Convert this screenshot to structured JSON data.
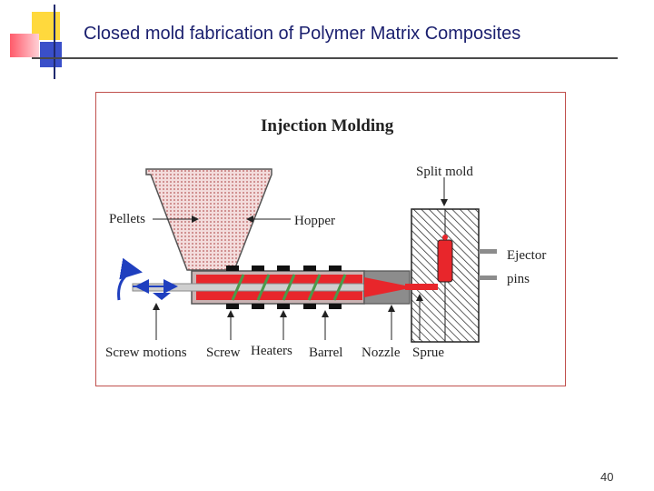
{
  "slide": {
    "title": "Closed mold fabrication of Polymer Matrix Composites",
    "page_number": "40"
  },
  "figure": {
    "title": "Injection Molding",
    "labels": {
      "pellets": "Pellets",
      "hopper": "Hopper",
      "split_mold": "Split mold",
      "ejector": "Ejector",
      "pins": "pins",
      "screw_motions": "Screw motions",
      "screw": "Screw",
      "heaters": "Heaters",
      "barrel": "Barrel",
      "nozzle": "Nozzle",
      "sprue": "Sprue"
    }
  },
  "colors": {
    "title": "#1a1f6e",
    "frame_border": "#c0504d",
    "melt_red": "#e8262b",
    "screw_green": "#4a9a4a",
    "arrow_blue": "#1f3fbf",
    "pellet_pink": "#e7b8b8"
  }
}
